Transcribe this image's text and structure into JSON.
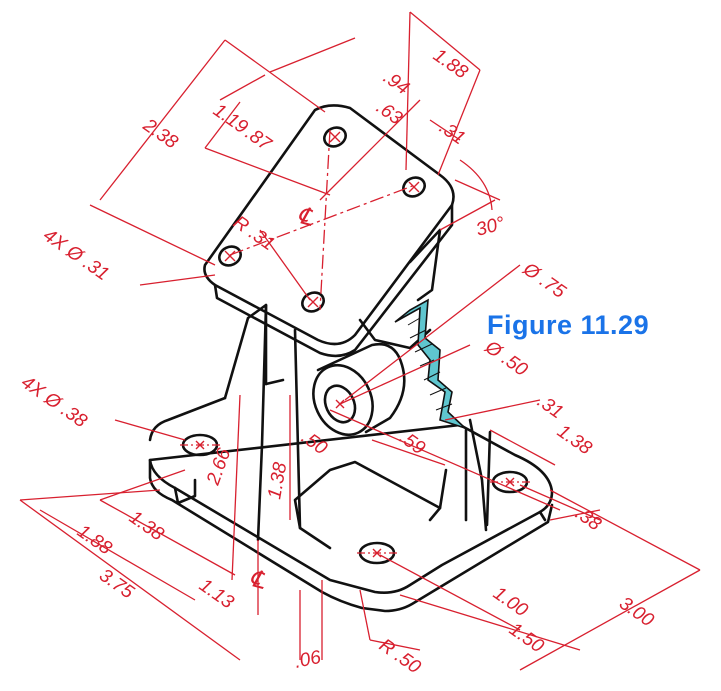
{
  "figure_label": "Figure 11.29",
  "colors": {
    "part_lines": "#111111",
    "dimension_lines": "#d8202f",
    "caption": "#1a73e8",
    "section_hatch": "#5fc6cf"
  },
  "dimensions": {
    "top_width": "1.88",
    "hole_spacing_x": ".94",
    "hole_offset_x": ".63",
    "top_length": "2.38",
    "hole_spacing_y": "1.19",
    "hole_offset_y": ".87",
    "edge_dist": ".31",
    "tilt_angle": "30°",
    "top_holes": "4X Ø .31",
    "top_radius": "R .31",
    "boss_dia": "Ø .75",
    "bore_dia": "Ø .50",
    "rib_thk": ".31",
    "base_holes": "4X Ø .38",
    "bore_center_height": "2.66",
    "boss_offset": ".50",
    "boss_len": ".59",
    "web_height": "1.38",
    "base_right_1": "1.38",
    "base_right_2": ".38",
    "base_left_1": "1.38",
    "base_left_2": "1.88",
    "base_left_3": "3.75",
    "base_left_4": "1.13",
    "base_thk": ".06",
    "corner_radius": "R .50",
    "base_front_1": "1.00",
    "base_front_2": "1.50",
    "base_front_3": "3.00"
  },
  "centerline_symbol": "℄"
}
